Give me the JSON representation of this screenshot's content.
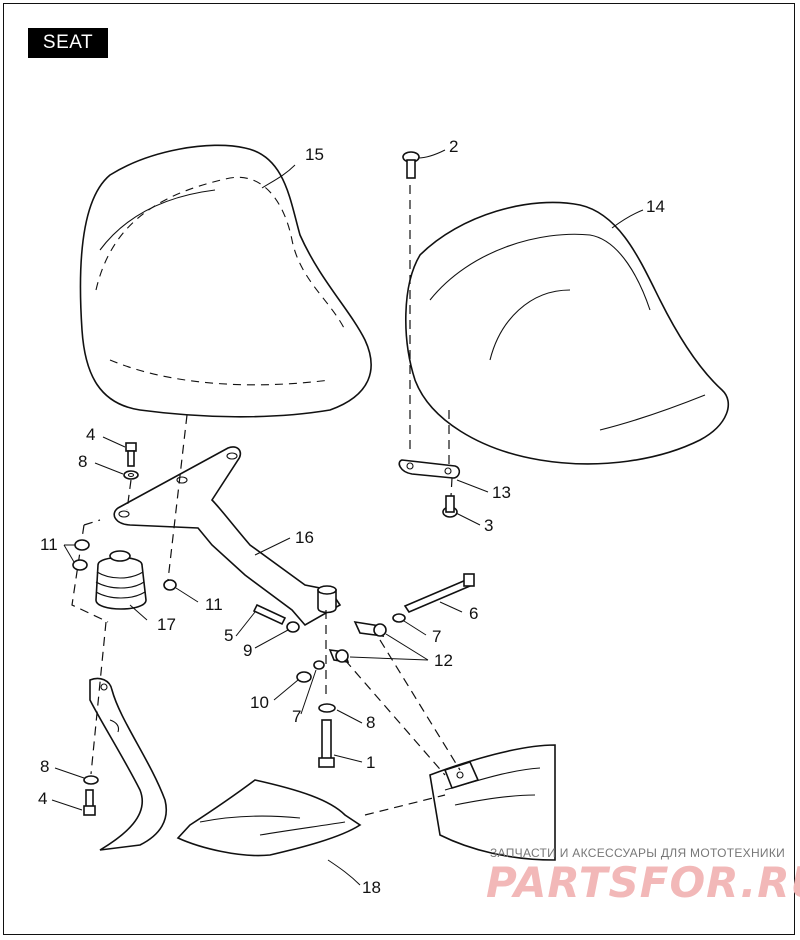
{
  "title": "SEAT",
  "callouts": [
    {
      "id": "c1",
      "text": "1"
    },
    {
      "id": "c2",
      "text": "2"
    },
    {
      "id": "c3",
      "text": "3"
    },
    {
      "id": "c4a",
      "text": "4"
    },
    {
      "id": "c4b",
      "text": "4"
    },
    {
      "id": "c5",
      "text": "5"
    },
    {
      "id": "c6",
      "text": "6"
    },
    {
      "id": "c7a",
      "text": "7"
    },
    {
      "id": "c7b",
      "text": "7"
    },
    {
      "id": "c8a",
      "text": "8"
    },
    {
      "id": "c8b",
      "text": "8"
    },
    {
      "id": "c8c",
      "text": "8"
    },
    {
      "id": "c9",
      "text": "9"
    },
    {
      "id": "c10",
      "text": "10"
    },
    {
      "id": "c11a",
      "text": "11"
    },
    {
      "id": "c11b",
      "text": "11"
    },
    {
      "id": "c12",
      "text": "12"
    },
    {
      "id": "c13",
      "text": "13"
    },
    {
      "id": "c14",
      "text": "14"
    },
    {
      "id": "c15",
      "text": "15"
    },
    {
      "id": "c16",
      "text": "16"
    },
    {
      "id": "c17",
      "text": "17"
    },
    {
      "id": "c18",
      "text": "18"
    }
  ],
  "watermark": {
    "tagline": "ЗАПЧАСТИ И АКСЕССУАРЫ ДЛЯ МОТОТЕХНИКИ",
    "logo": "PARTSFOR.RU"
  }
}
